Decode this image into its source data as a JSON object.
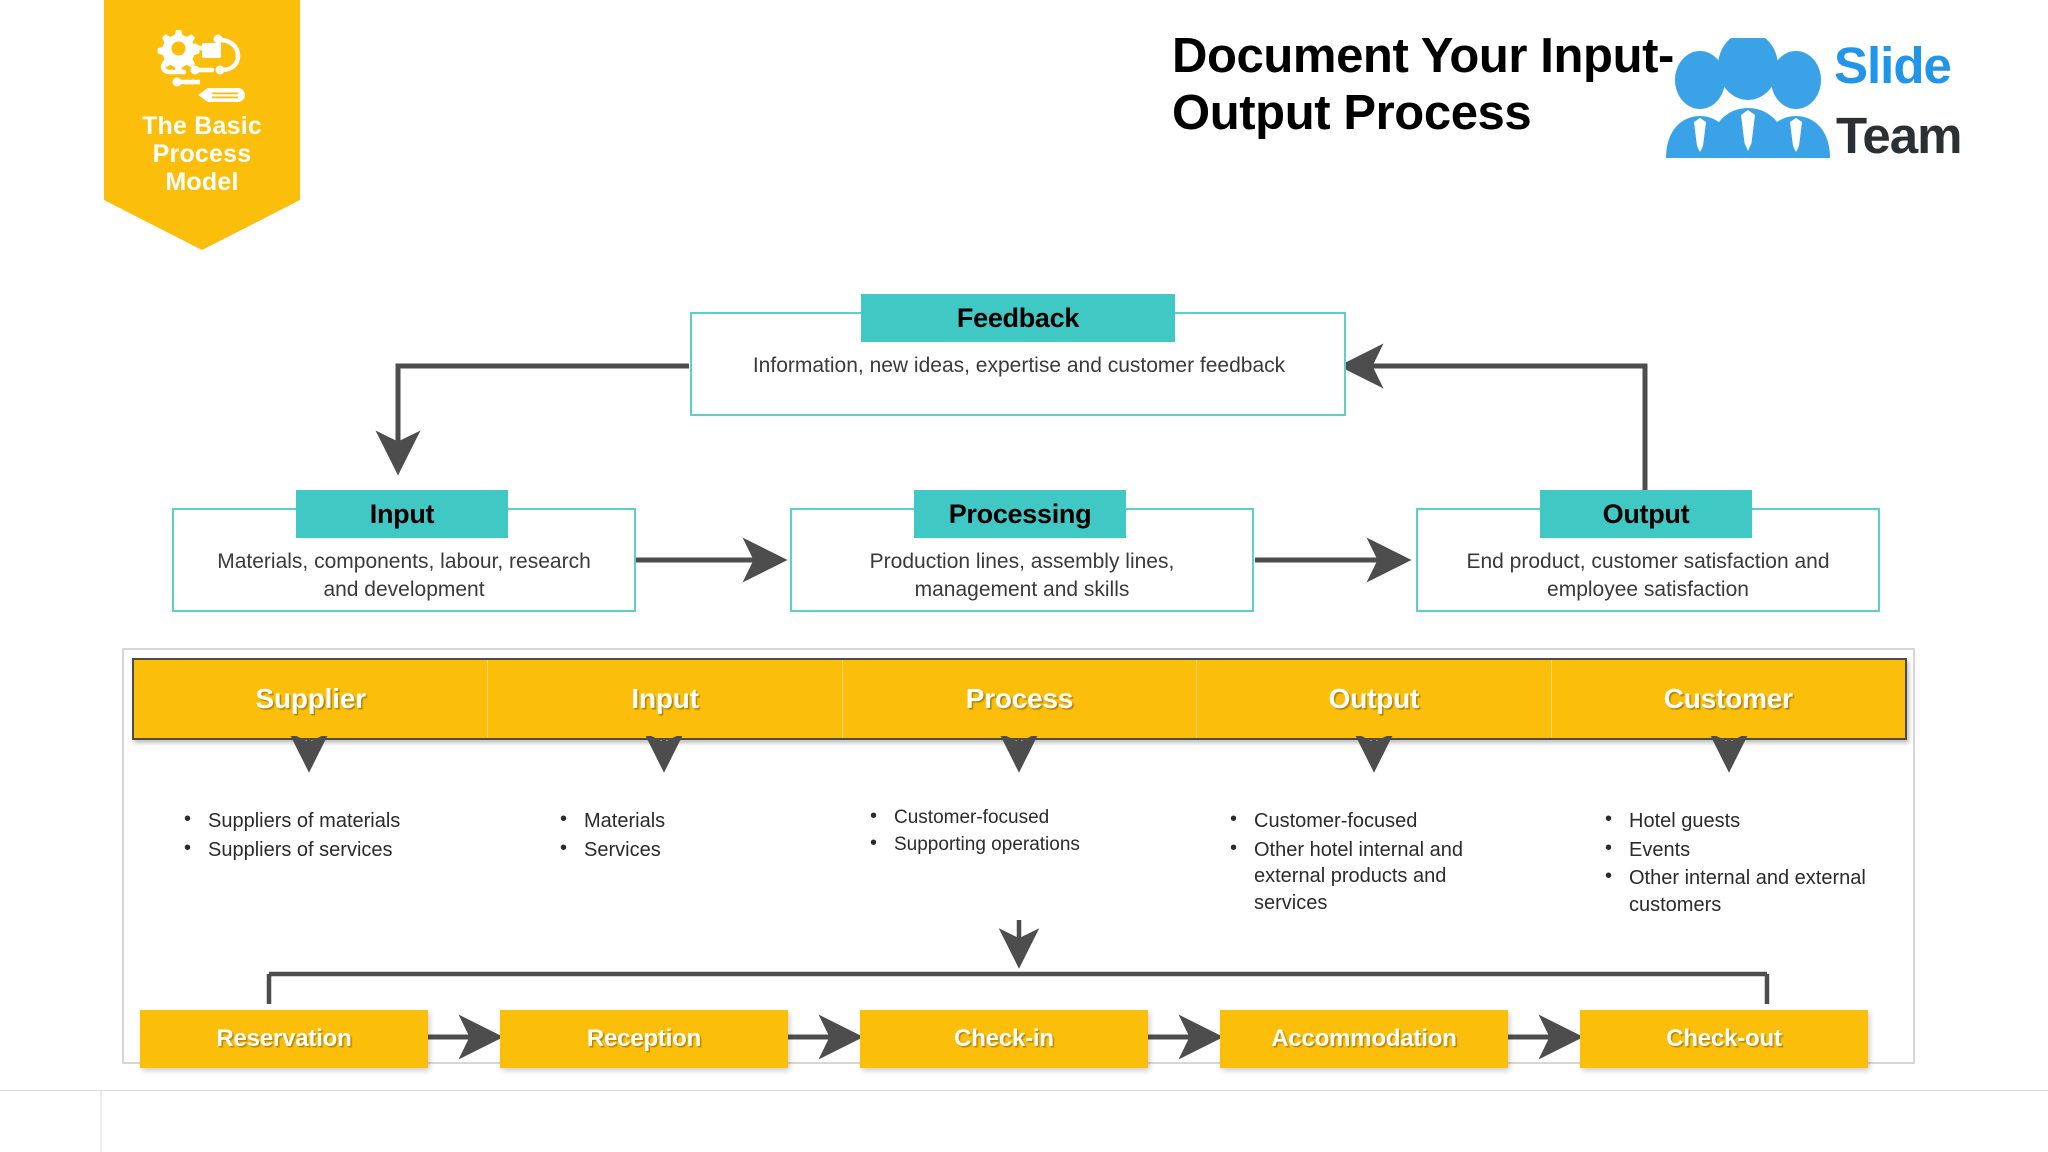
{
  "ribbon": {
    "icon": "gear-pencil-process-icon",
    "title_lines": [
      "The Basic",
      "Process",
      "Model"
    ],
    "bg_color": "#FBBE0A"
  },
  "header": {
    "title_line1": "Document Your Input-",
    "title_line2": "Output Process",
    "logo": {
      "word1": "Slide",
      "word2": "Team",
      "icon": "three-people-icon",
      "word1_color": "#2196e8",
      "word2_color": "#2b3035"
    }
  },
  "process_model": {
    "accent_color": "#3fc8c4",
    "border_color": "#5ed0cb",
    "arrow_color": "#4d4d4d",
    "boxes": [
      {
        "key": "feedback",
        "caption": "Feedback",
        "body": "Information, new ideas, expertise and customer feedback"
      },
      {
        "key": "input",
        "caption": "Input",
        "body": "Materials, components, labour, research and development"
      },
      {
        "key": "processing",
        "caption": "Processing",
        "body": "Production lines, assembly lines, management and skills"
      },
      {
        "key": "output",
        "caption": "Output",
        "body": "End product, customer satisfaction and employee satisfaction"
      }
    ]
  },
  "sipoc": {
    "header_bg": "#FBBE0A",
    "columns": [
      {
        "header": "Supplier",
        "bullets": [
          "Suppliers of materials",
          "Suppliers of services"
        ]
      },
      {
        "header": "Input",
        "bullets": [
          "Materials",
          "Services"
        ]
      },
      {
        "header": "Process",
        "bullets": [
          "Customer-focused",
          "Supporting operations"
        ]
      },
      {
        "header": "Output",
        "bullets": [
          "Customer-focused",
          "Other hotel internal and external products and services"
        ]
      },
      {
        "header": "Customer",
        "bullets": [
          "Hotel guests",
          "Events",
          "Other internal and external customers"
        ]
      }
    ],
    "process_chain": [
      "Reservation",
      "Reception",
      "Check-in",
      "Accommodation",
      "Check-out"
    ]
  }
}
